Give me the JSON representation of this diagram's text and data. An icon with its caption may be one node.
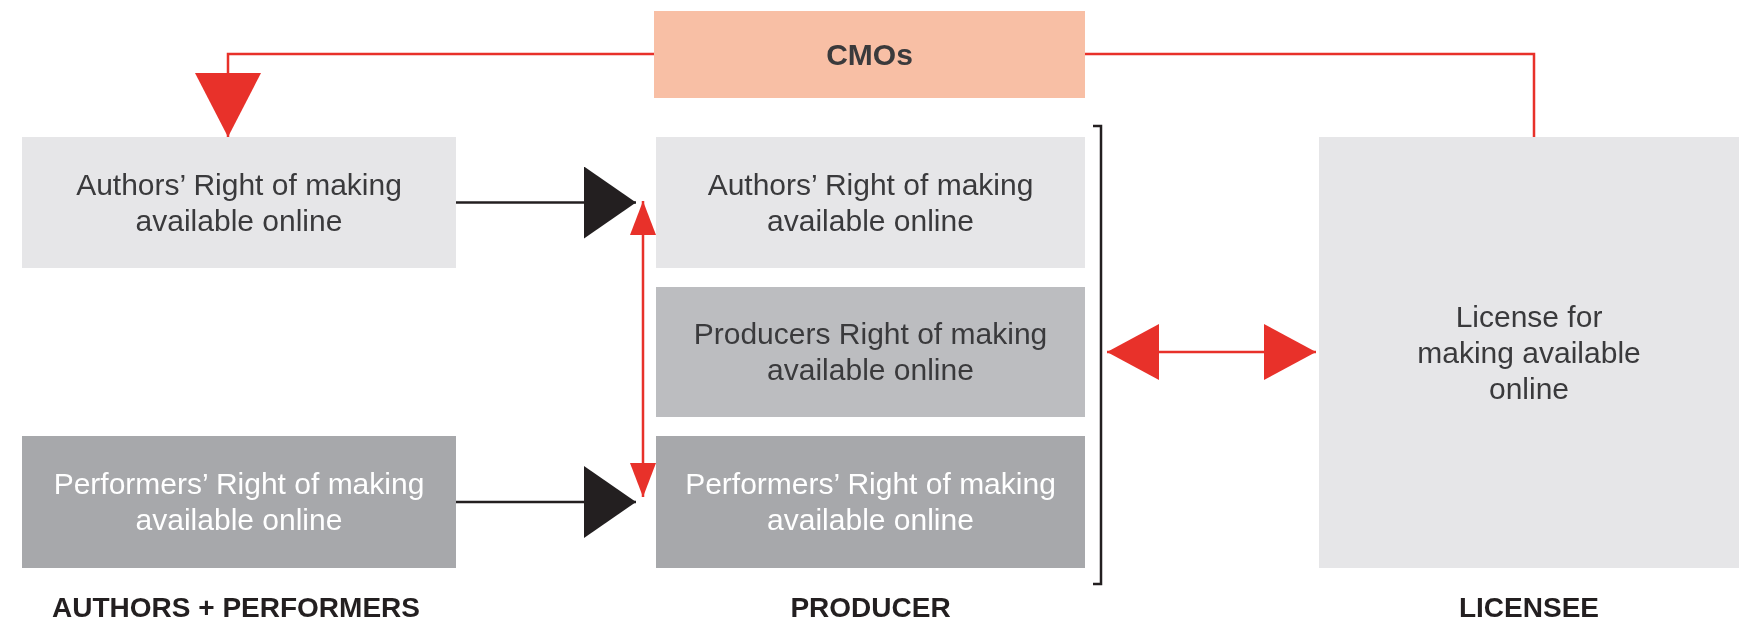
{
  "diagram": {
    "nodes": [
      {
        "text": [
          "CMOs"
        ]
      },
      {
        "text": [
          "Authors’ Right of making available online"
        ]
      },
      {
        "text": [
          "Authors’ Right of making available online"
        ]
      },
      {
        "text": [
          "License for making available online"
        ]
      },
      {
        "text": [
          "Producers Right of making available online"
        ]
      },
      {
        "text": [
          "Performers’ Right of making available online"
        ]
      },
      {
        "text": [
          "Performers’ Right of making available online"
        ]
      }
    ],
    "edges": [
      {
        "from": 0,
        "to": 1,
        "arrow": "to"
      },
      {
        "from": 0,
        "to": 3,
        "arrow": "none"
      },
      {
        "from": 1,
        "to": 2,
        "arrow": "to",
        "color": "#231f20"
      },
      {
        "from": 5,
        "to": 6,
        "arrow": "to",
        "color": "#231f20"
      },
      {
        "from": 2,
        "to": 6,
        "arrow": "both"
      },
      {
        "from": 4,
        "to": 3,
        "arrow": "both"
      }
    ],
    "labels": [
      "AUTHORS + PERFORMERS",
      "PRODUCER",
      "LICENSEE"
    ]
  }
}
